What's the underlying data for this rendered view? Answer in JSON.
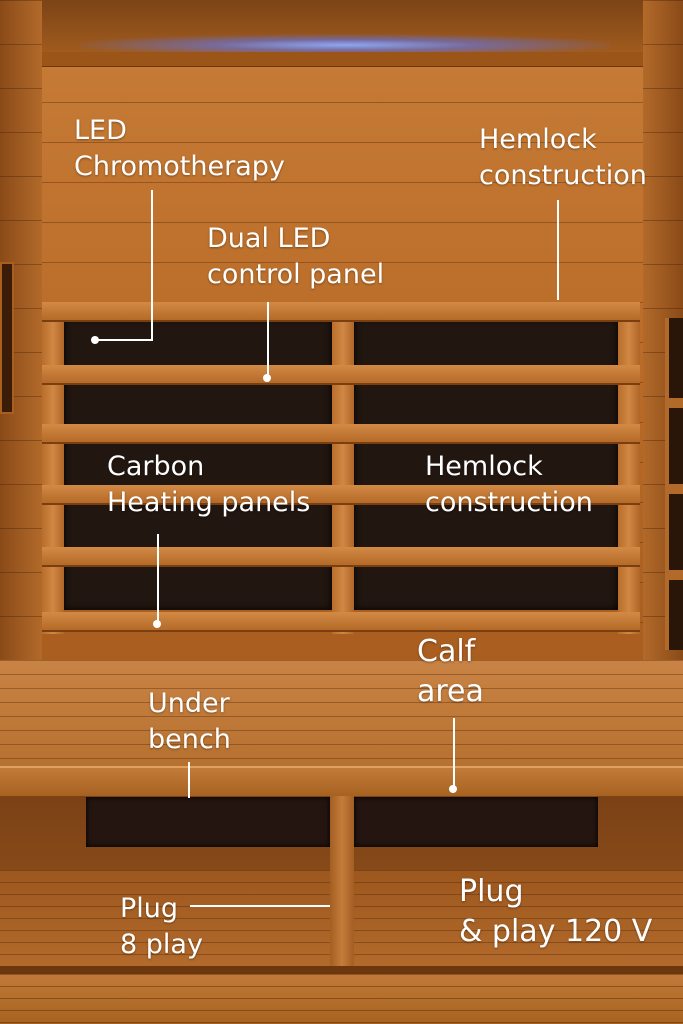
{
  "annotations": {
    "led": {
      "line1": "LED",
      "line2": "Chromotherapy"
    },
    "hemlock_top": {
      "line1": "Hemlock",
      "line2": "construction"
    },
    "dual_led": {
      "line1": "Dual LED",
      "line2": "control panel"
    },
    "carbon": {
      "line1": "Carbon",
      "line2": "Heating panels"
    },
    "hemlock_mid": {
      "line1": "Hemlock",
      "line2": "construction"
    },
    "calf": {
      "line1": "Calf",
      "line2": "area"
    },
    "under_bench": {
      "line1": "Under",
      "line2": "bench"
    },
    "plug_left": {
      "line1": "Plug",
      "line2": "8 play"
    },
    "plug_right": {
      "line1": "Plug",
      "line2": "& play 120 V"
    }
  },
  "colors": {
    "wood": "#b96c28",
    "panel": "#221610",
    "led_glow": "#8aa6ff",
    "label_text": "#ffffff"
  }
}
